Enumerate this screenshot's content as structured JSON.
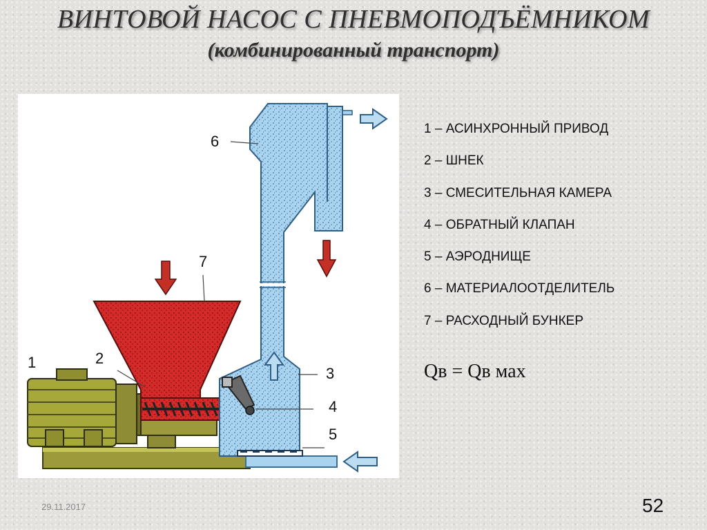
{
  "slide": {
    "title": "ВИНТОВОЙ НАСОС С ПНЕВМОПОДЪЁМНИКОМ",
    "subtitle": "(комбинированный транспорт)",
    "date": "29.11.2017",
    "page_number": "52"
  },
  "diagram": {
    "callouts": [
      "1",
      "2",
      "3",
      "4",
      "5",
      "6",
      "7"
    ],
    "colors": {
      "bunker": "#d42a2a",
      "air_column": "#a9d3ee",
      "motor": "#a7a83a",
      "frame": "#9c9a3a",
      "arrow_red": "#c43026",
      "arrow_blue": "#bcdcf2"
    }
  },
  "legend": {
    "items": [
      "1 – АСИНХРОННЫЙ ПРИВОД",
      "2 – ШНЕК",
      "3 – СМЕСИТЕЛЬНАЯ КАМЕРА",
      "4 – ОБРАТНЫЙ КЛАПАН",
      "5 – АЭРОДНИЩЕ",
      "6 – МАТЕРИАЛООТДЕЛИТЕЛЬ",
      "7 – РАСХОДНЫЙ БУНКЕР"
    ]
  },
  "formula": "Qв = Qв мах"
}
